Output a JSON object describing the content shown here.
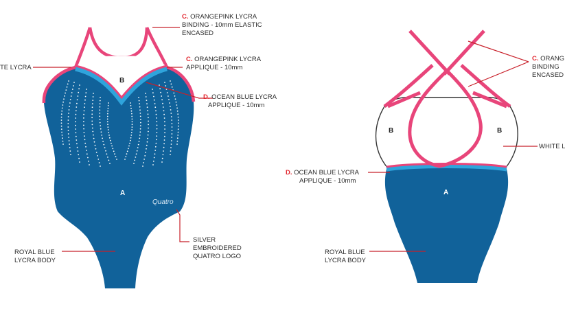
{
  "colors": {
    "body": "#11629a",
    "binding": "#e8457a",
    "ocean": "#2fa4dc",
    "leader": "#c8202a",
    "crystal": "#ffffff"
  },
  "front": {
    "binding": {
      "code": "C.",
      "lines": [
        "ORANGEPINK LYCRA",
        "BINDING - 10mm ELASTIC",
        "ENCASED"
      ]
    },
    "white_lycra": {
      "text": "TE LYCRA"
    },
    "applique": {
      "code": "C.",
      "lines": [
        "ORANGEPINK LYCRA",
        "APPLIQUE - 10mm"
      ]
    },
    "ocean": {
      "code": "D.",
      "lines": [
        "OCEAN BLUE LYCRA",
        "APPLIQUE - 10mm"
      ]
    },
    "part_b": "B",
    "part_a": "A",
    "logo": "Quatro",
    "royal": {
      "lines": [
        "ROYAL BLUE",
        "LYCRA BODY"
      ]
    },
    "silver": {
      "lines": [
        "SILVER",
        "EMBROIDERED",
        "QUATRO LOGO"
      ]
    }
  },
  "back": {
    "binding": {
      "code": "C.",
      "lines": [
        "ORANG",
        "BINDING",
        "ENCASED"
      ]
    },
    "white_lycra": {
      "text": "WHITE L"
    },
    "ocean": {
      "code": "D.",
      "lines": [
        "OCEAN BLUE LYCRA",
        "APPLIQUE - 10mm"
      ]
    },
    "part_b_left": "B",
    "part_b_right": "B",
    "part_a": "A",
    "royal": {
      "lines": [
        "ROYAL BLUE",
        "LYCRA BODY"
      ]
    }
  }
}
